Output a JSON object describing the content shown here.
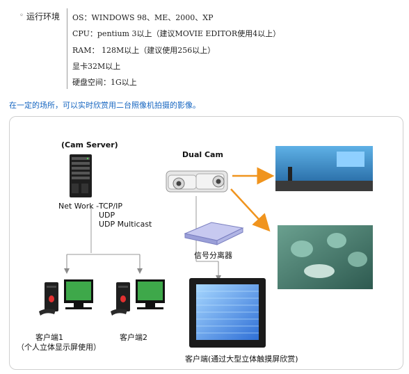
{
  "system_requirements": {
    "bullet": "◦",
    "title": "运行环境",
    "rows": [
      "OS：WINDOWS 98、ME、2000、XP",
      "CPU：pentium 3以上（建议MOVIE EDITOR使用4以上）",
      "RAM：  128M以上（建议使用256以上）",
      "显卡32M以上",
      "硬盘空间：1G以上"
    ]
  },
  "caption": "在一定的场所，可以实时欣赏用二台照像机拍摄的影像。",
  "diagram": {
    "cam_server_label": "(Cam Server)",
    "dual_cam_label": "Dual Cam",
    "net_work_label": "Net Work -",
    "protocols": [
      "TCP/IP",
      "UDP",
      "UDP Multicast"
    ],
    "splitter_label": "信号分离器",
    "client1_label": "客户端1",
    "client1_note": "（个人立体显示屏使用）",
    "client2_label": "客户端2",
    "client3_label": "客户端(通过大型立体触摸屏欣赏)"
  },
  "colors": {
    "caption": "#1565c0",
    "arrow_orange": "#f0941e",
    "line_gray": "#9a9a9a",
    "panel_border": "#cfcfcf"
  }
}
